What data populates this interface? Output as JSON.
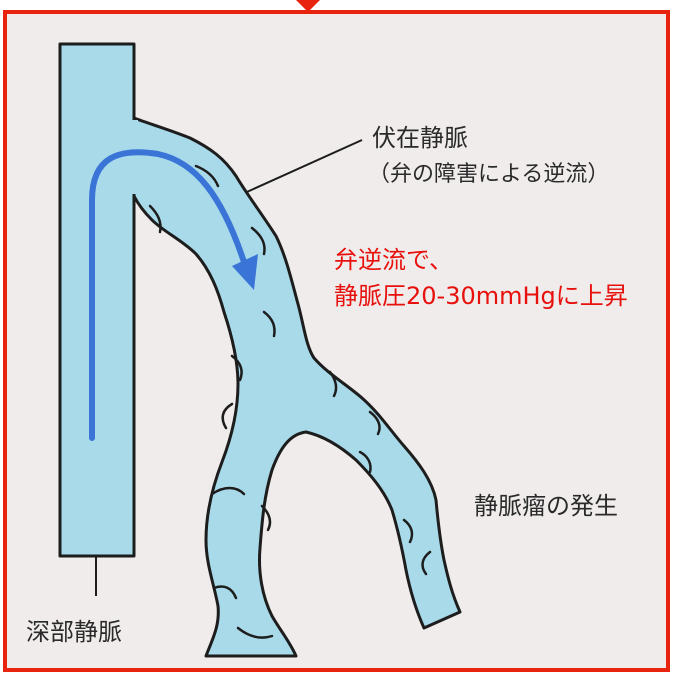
{
  "labels": {
    "saphenous_vein": "伏在静脈",
    "saphenous_note": "（弁の障害による逆流）",
    "reflux_line1": "弁逆流で、",
    "reflux_line2": "静脈圧20-30mmHgに上昇",
    "varix": "静脈瘤の発生",
    "deep_vein": "深部静脈"
  },
  "colors": {
    "frame": "#e8240e",
    "background": "#efeceb",
    "vein_fill": "#a8daea",
    "vein_outline": "#1d1d1d",
    "flow_arrow": "#3a74d6",
    "annotation_red": "#e8100c",
    "text": "#2a2a2a"
  }
}
